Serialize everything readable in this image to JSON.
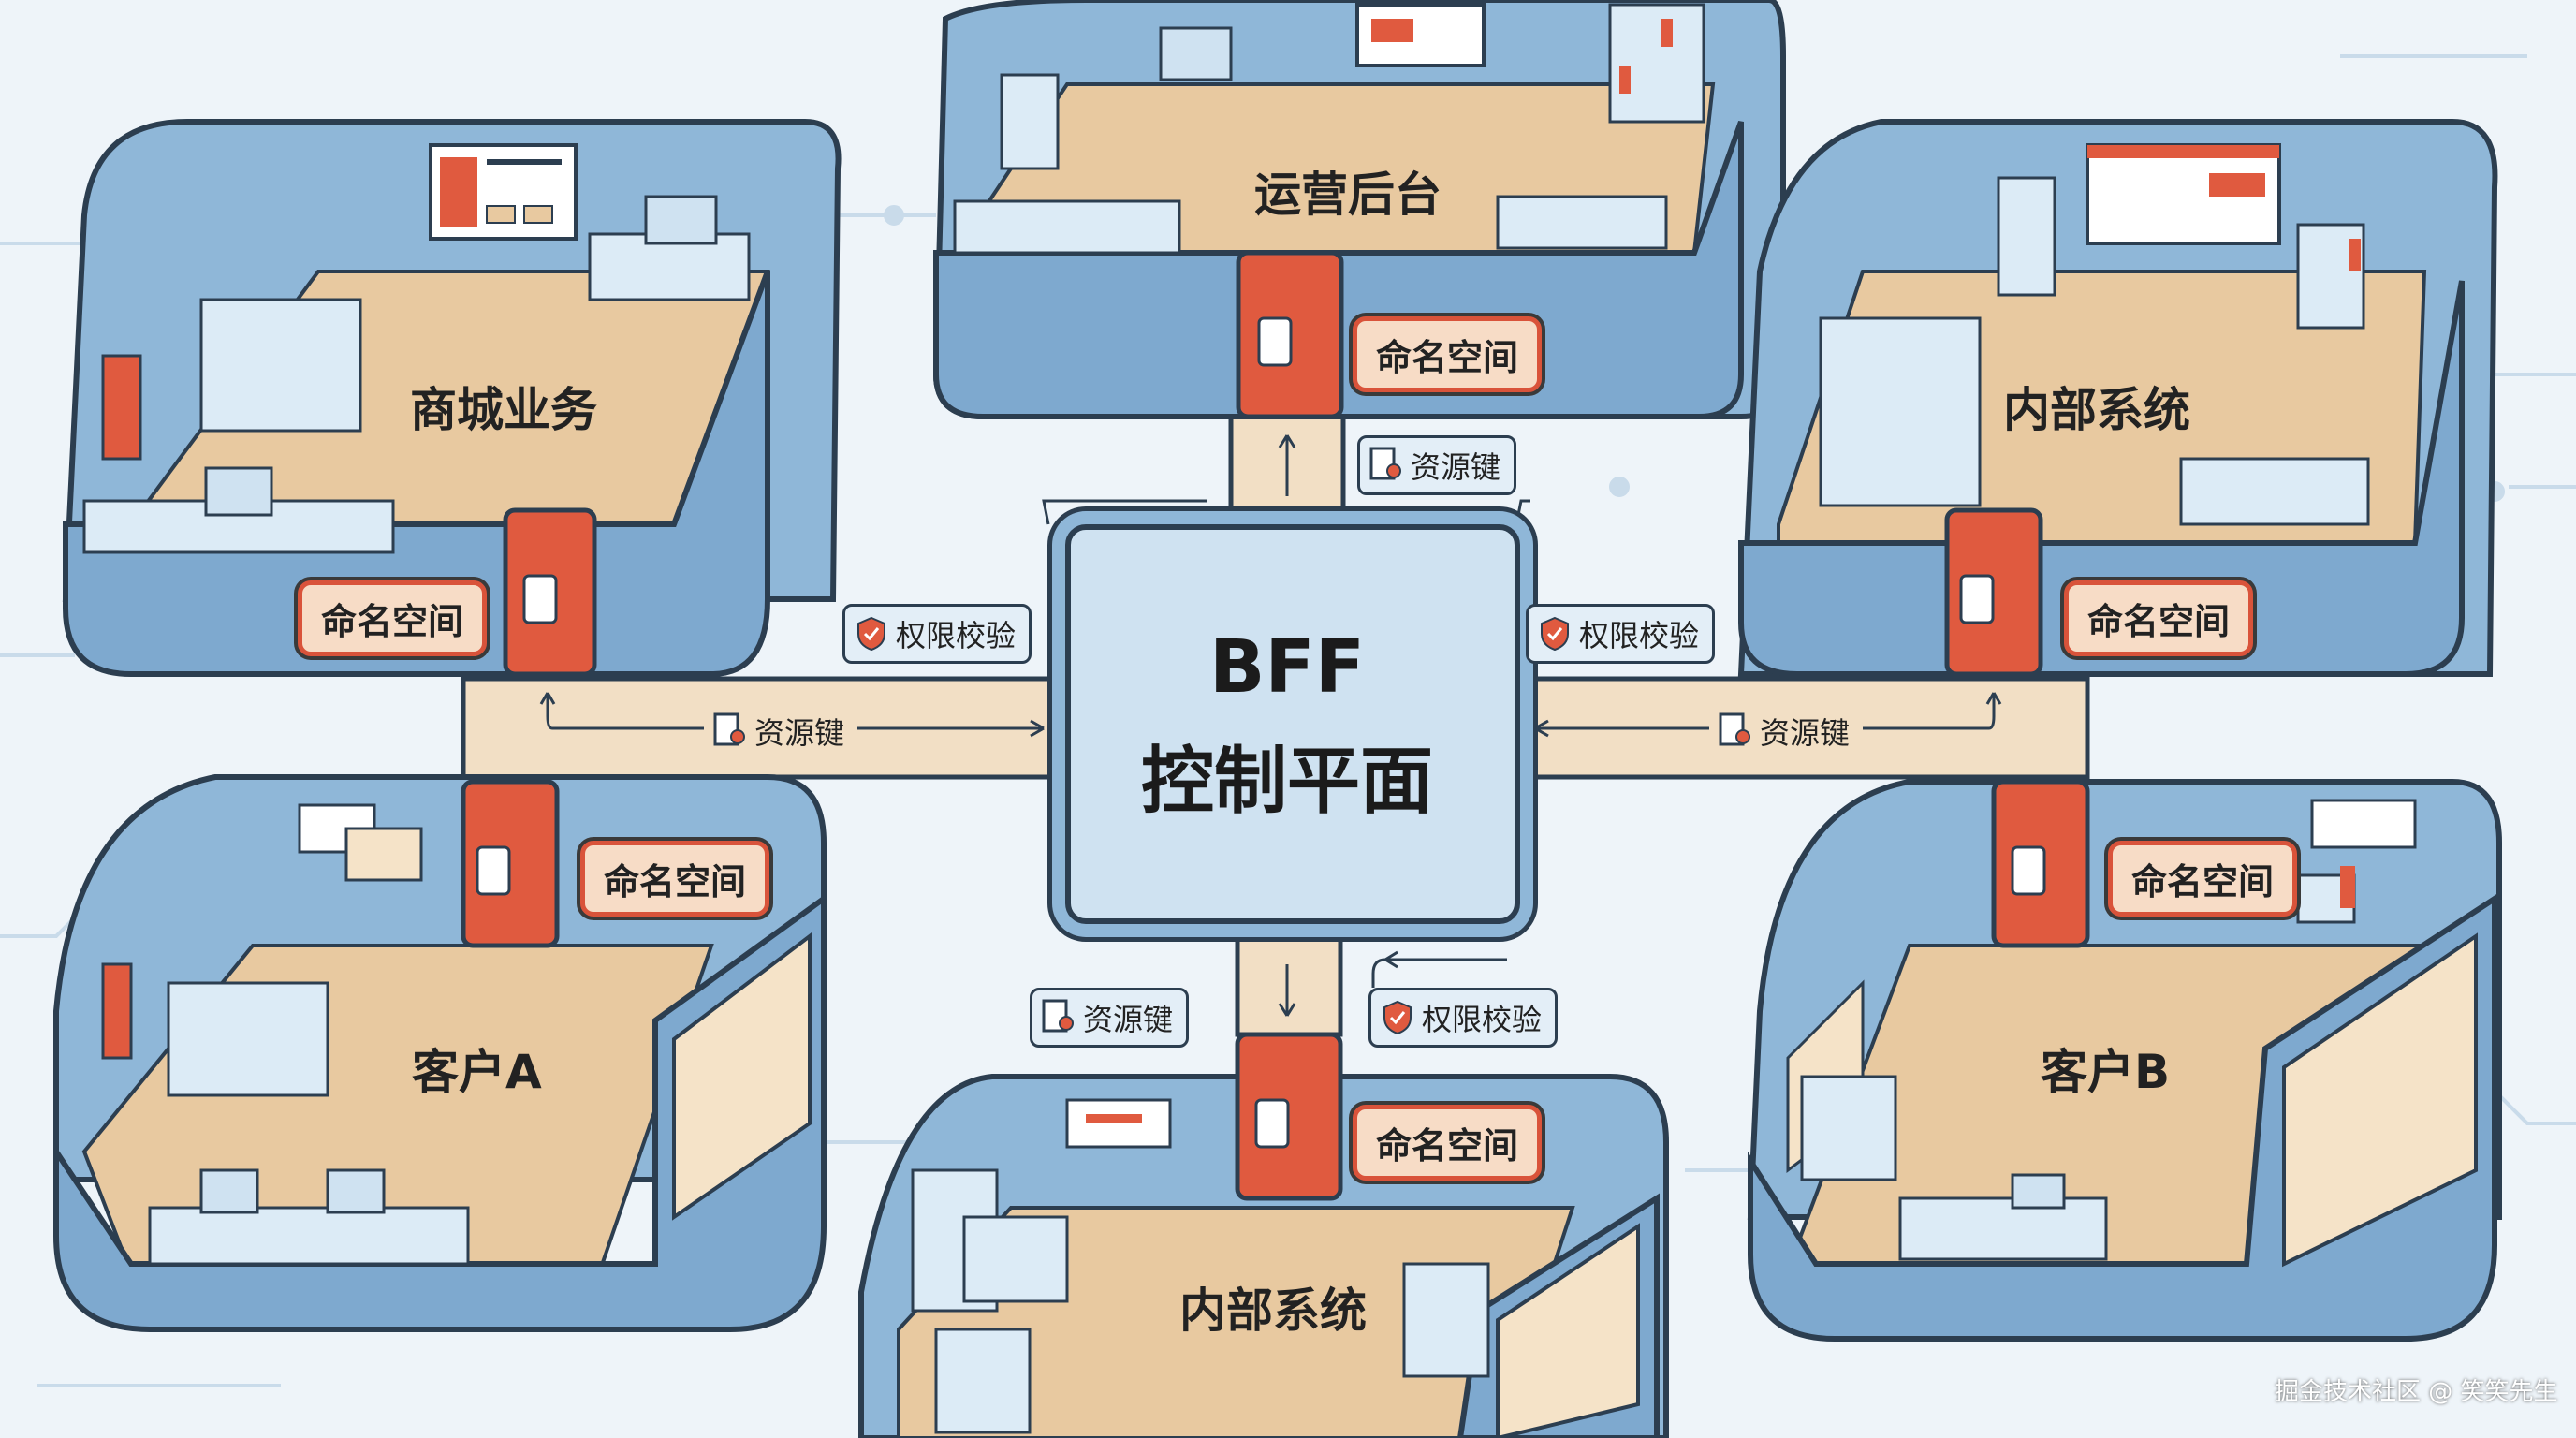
{
  "center": {
    "line1": "BFF",
    "line2": "控制平面"
  },
  "rooms": [
    {
      "id": "mall",
      "label": "商城业务"
    },
    {
      "id": "ops",
      "label": "运营后台"
    },
    {
      "id": "internal_top",
      "label": "内部系统"
    },
    {
      "id": "customer_a",
      "label": "客户A"
    },
    {
      "id": "internal_bottom",
      "label": "内部系统"
    },
    {
      "id": "customer_b",
      "label": "客户B"
    }
  ],
  "namespace_label": "命名空间",
  "resource_key_label": "资源键",
  "permission_check_label": "权限校验",
  "watermark": "掘金技术社区 @ 笑笑先生",
  "colors": {
    "wall": "#8fb7d8",
    "floor": "#e8c9a0",
    "door": "#e05a3f",
    "outline": "#2c3e50",
    "corridor": "#f2dfc5"
  }
}
